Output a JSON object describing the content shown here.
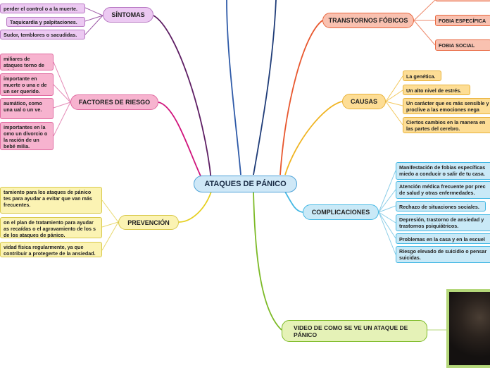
{
  "center": {
    "label": "ATAQUES DE PÁNICO"
  },
  "colors": {
    "sintomas": "#ecc9f2",
    "factores": "#f7b3cf",
    "prevencion": "#fbf3b3",
    "fobicos": "#f9c1b0",
    "causas": "#fddd95",
    "complicaciones": "#c9e9f7",
    "video": "#e5f2b7"
  },
  "branches": {
    "sintomas": {
      "label": "SÍNTOMAS",
      "items": [
        "perder el control o a la muerte.",
        "Taquicardia y palpitaciones.",
        "Sudor, temblores o sacudidas."
      ]
    },
    "factores": {
      "label": "FACTORES DE RIESGO",
      "items": [
        "miliares de ataques torno de pánico",
        "importante en muerte o una e de un ser querido.",
        "aumático, como una ual o un ve.",
        "importantes en la omo un divorcio o la ración de un bebé milia."
      ]
    },
    "prevencion": {
      "label": "PREVENCIÓN",
      "items": [
        "tamiento para los ataques de pánico tes para ayudar a evitar que van más frecuentes.",
        "on el plan de tratamiento para ayudar as recaídas o el agravamiento de los s de los ataques de pánico.",
        "vidad física regularmente, ya que contribuir a protegerte de la ansiedad."
      ]
    },
    "fobicos": {
      "label": "TRANSTORNOS FÓBICOS",
      "items": [
        "FOBIA ESPECÍFICA",
        "FOBIA SOCIAL"
      ]
    },
    "causas": {
      "label": "CAUSAS",
      "items": [
        "La genética.",
        "Un alto nivel de estrés.",
        "Un carácter que es más sensible y proclive a las emociones nega",
        "Ciertos cambios en la manera en las partes del cerebro."
      ]
    },
    "complicaciones": {
      "label": "COMPLICACIONES",
      "items": [
        "Manifestación de fobias específicas miedo a conducir o salir de tu casa.",
        "Atención médica frecuente por prec de salud y otras enfermedades.",
        "Rechazo de situaciones sociales.",
        "Depresión, trastorno de ansiedad y trastornos psiquiátricos.",
        "Problemas en la casa y en la escuel",
        "Riesgo elevado de suicidio o pensar suicidas."
      ]
    },
    "video": {
      "label": "VIDEO DE COMO SE VE UN ATAQUE DE PÁNICO"
    }
  }
}
